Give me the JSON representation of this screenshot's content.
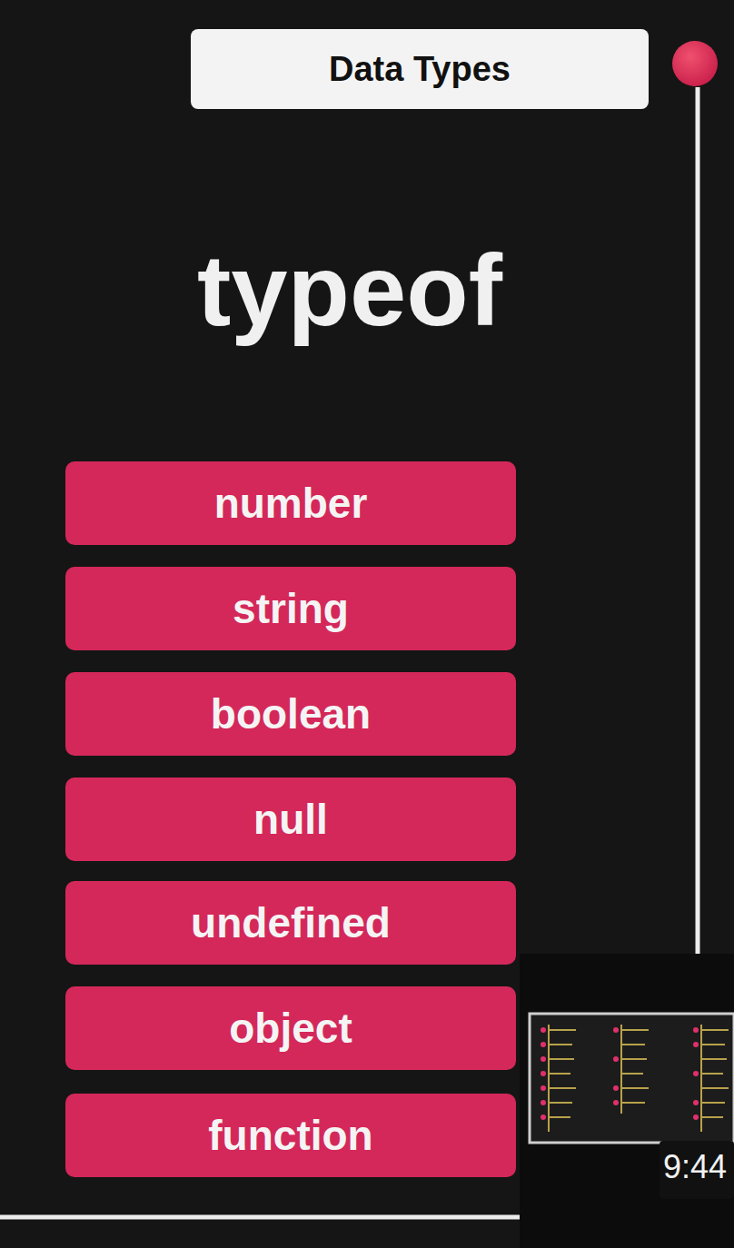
{
  "diagram": {
    "nodes": [
      {
        "text": [
          "Data Types"
        ]
      },
      {
        "text": [
          "number"
        ]
      },
      {
        "text": [
          "string"
        ]
      },
      {
        "text": [
          "boolean"
        ]
      },
      {
        "text": [
          "null"
        ]
      },
      {
        "text": [
          "undefined"
        ]
      },
      {
        "text": [
          "object"
        ]
      },
      {
        "text": [
          "function"
        ]
      }
    ],
    "labels": [
      "typeof",
      "9:44"
    ]
  }
}
